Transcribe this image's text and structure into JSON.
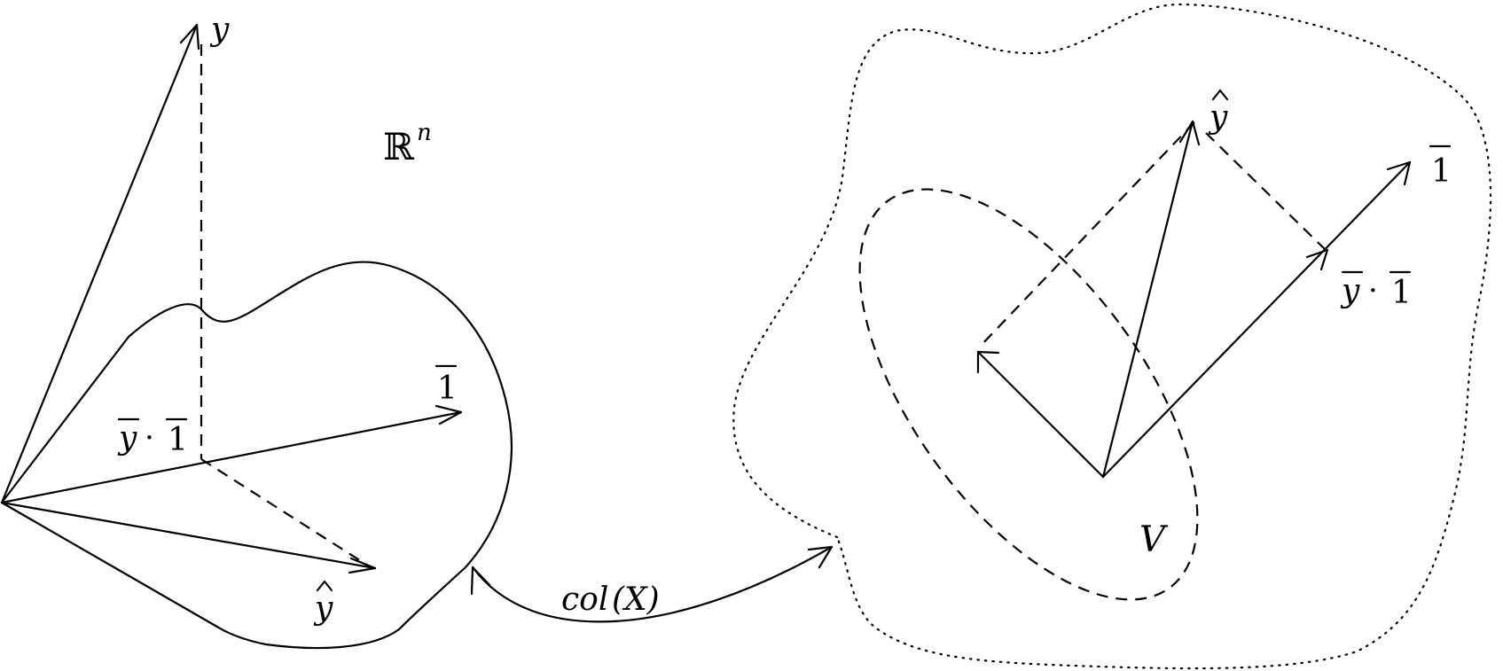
{
  "labels": {
    "space": "ℝ",
    "space_exponent": "n",
    "y": "y",
    "y_hat": "y",
    "one_vec": "1",
    "ybar": "y",
    "dot_op": "·",
    "col_x": "col",
    "col_x_arg": "(X)",
    "subspace": "V"
  }
}
